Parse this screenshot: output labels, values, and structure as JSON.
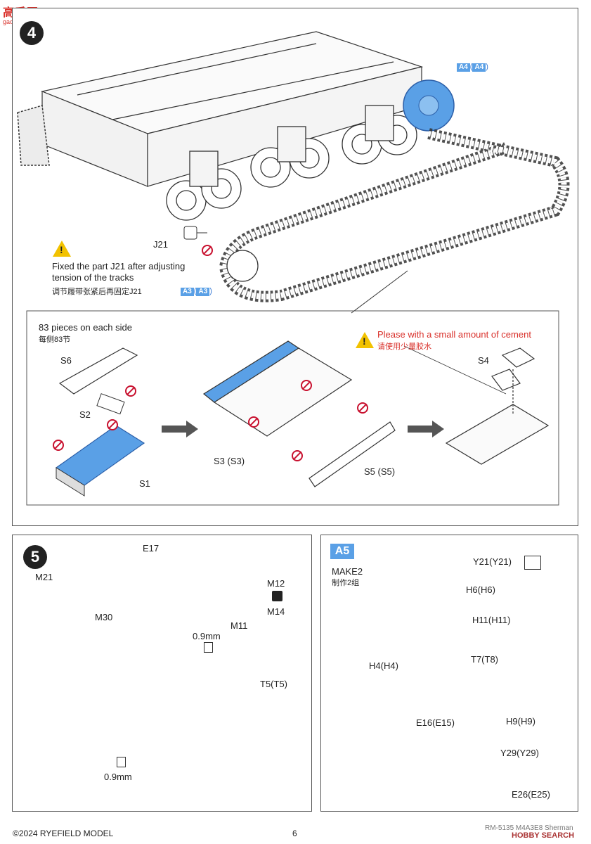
{
  "watermark_top": {
    "brand": "高手网",
    "url": "gao-shou.com"
  },
  "step4": {
    "number": "4",
    "sprocket_tag": {
      "box": "A4",
      "paren": "A4"
    },
    "idler_tag": {
      "box": "A3",
      "paren": "A3"
    },
    "part_j21": "J21",
    "note_en": "Fixed the part J21 after adjusting tension of the tracks",
    "note_zh": "调节履带张紧后再固定J21",
    "inset": {
      "count_en": "83 pieces on each side",
      "count_zh": "每侧83节",
      "cement_en": "Please with a small amount of cement",
      "cement_zh": "请使用少量胶水",
      "parts": {
        "s6": "S6",
        "s2": "S2",
        "s1": "S1",
        "s3": "S3 (S3)",
        "s5": "S5 (S5)",
        "s4": "S4"
      }
    }
  },
  "step5": {
    "number": "5",
    "parts": {
      "e17": "E17",
      "m21": "M21",
      "m30": "M30",
      "m12": "M12",
      "m14": "M14",
      "m11": "M11",
      "t5": "T5(T5)"
    },
    "drill_1": "0.9mm",
    "drill_2": "0.9mm"
  },
  "stepA5": {
    "label": "A5",
    "make_en": "MAKE2",
    "make_zh": "制作2组",
    "parts": {
      "y21": "Y21(Y21)",
      "h6": "H6(H6)",
      "h11": "H11(H11)",
      "t7": "T7(T8)",
      "h4": "H4(H4)",
      "e16": "E16(E15)",
      "h9": "H9(H9)",
      "y29": "Y29(Y29)",
      "e26": "E26(E25)"
    }
  },
  "footer": {
    "copyright": "©2024 RYEFIELD MODEL",
    "page": "6",
    "code": "RM-5135 M4A3E8 Sherman",
    "watermark": "HOBBY SEARCH"
  },
  "colors": {
    "highlight_blue": "#5aa0e6",
    "warning_yellow": "#f2c200",
    "caution_red": "#d9302a"
  }
}
